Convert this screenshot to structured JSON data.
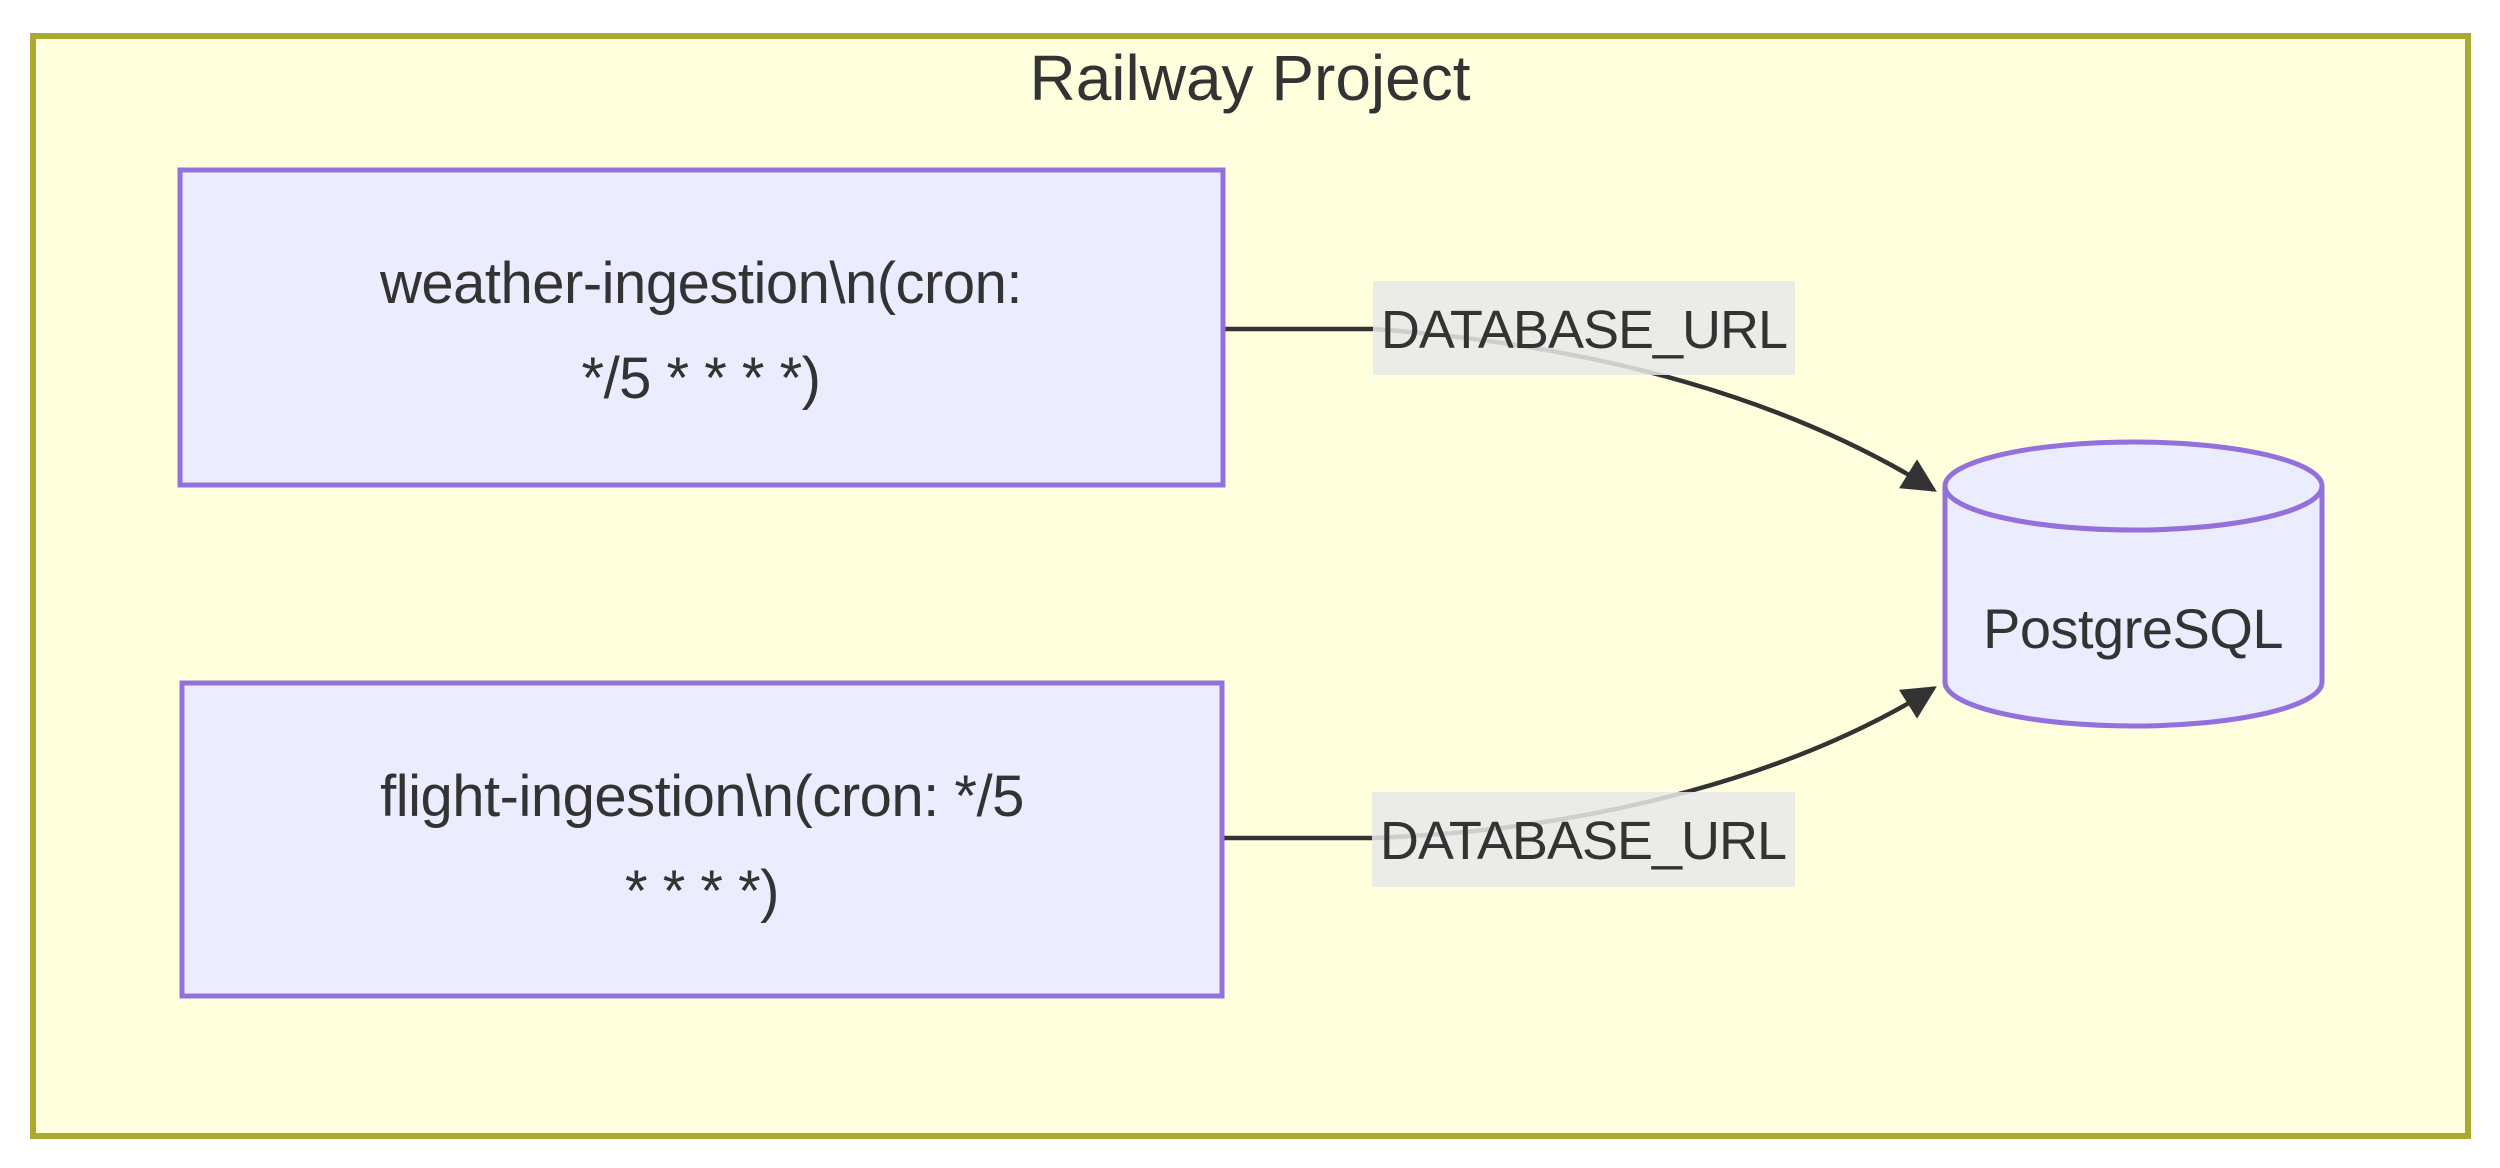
{
  "diagram": {
    "title": "Railway Project",
    "nodes": {
      "weather": {
        "line1": "weather-ingestion\\n(cron:",
        "line2": "*/5 * * * *)"
      },
      "flight": {
        "line1": "flight-ingestion\\n(cron: */5",
        "line2": "* * * *)"
      },
      "postgres": {
        "label": "PostgreSQL"
      }
    },
    "edges": {
      "weather_to_postgres": {
        "label": "DATABASE_URL"
      },
      "flight_to_postgres": {
        "label": "DATABASE_URL"
      }
    },
    "colors": {
      "canvas_bg": "#ffffff",
      "cluster_fill": "#ffffde",
      "cluster_border": "#aaaa33",
      "node_fill": "#ececff",
      "node_border": "#9370db",
      "edge_stroke": "#333333",
      "edge_label_bg": "#e8e8e8",
      "text": "#333333"
    }
  }
}
